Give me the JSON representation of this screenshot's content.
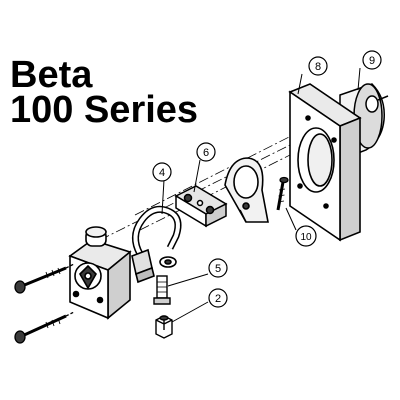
{
  "title": {
    "line1": "Beta",
    "line2": "100 Series"
  },
  "callouts": [
    {
      "id": "part-8",
      "label": "8"
    },
    {
      "id": "part-9",
      "label": "9"
    },
    {
      "id": "part-6",
      "label": "6"
    },
    {
      "id": "part-4",
      "label": "4"
    },
    {
      "id": "part-10",
      "label": "10"
    },
    {
      "id": "part-5",
      "label": "5"
    },
    {
      "id": "part-2",
      "label": "2"
    }
  ],
  "colors": {
    "line": "#000000",
    "background": "#ffffff",
    "shade": "#bdbdbd",
    "dark": "#3a3a3a"
  }
}
